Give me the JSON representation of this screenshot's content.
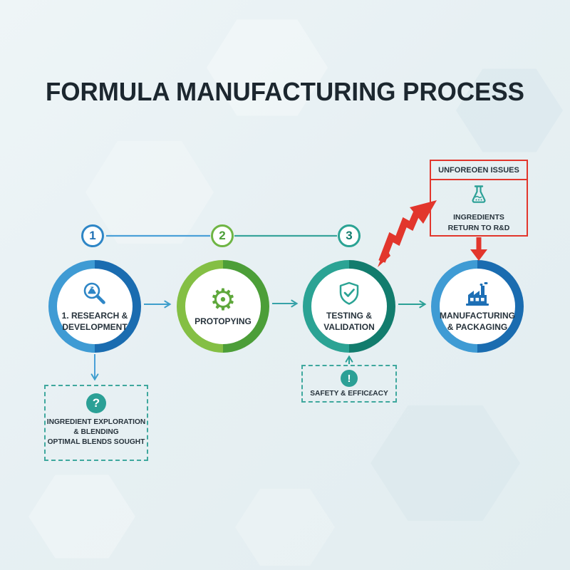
{
  "title": "FORMULA MANUFACTURING PROCESS",
  "timeline": {
    "numbers": [
      "1",
      "2",
      "3"
    ]
  },
  "steps": [
    {
      "name": "research-development",
      "icon": "magnifier-flask-icon",
      "line1": "1. RESEARCH &",
      "line2": "DEVELOPMENT"
    },
    {
      "name": "prototyping",
      "icon": "gear-icon",
      "line1": "PROTOPYING",
      "line2": ""
    },
    {
      "name": "testing-validation",
      "icon": "shield-check-icon",
      "line1": "TESTING &",
      "line2": "VALIDATION"
    },
    {
      "name": "manufacturing-packaging",
      "icon": "factory-icon",
      "line1": "MANUFACTURING",
      "line2": "& PACKAGING"
    }
  ],
  "icons": {
    "gear_glyph": "⚙",
    "question_glyph": "?",
    "exclamation_glyph": "!"
  },
  "callouts": {
    "exploration": {
      "line1": "INGREDIENT EXPLORATION",
      "line2": "& BLENDING",
      "line3": "OPTIMAL BLENDS SOUGHT"
    },
    "safety": {
      "label": "SAFETY & EFFIC£ACY"
    },
    "issues": {
      "header": "UNFOREOEN ISSUES",
      "line1": "INGREDIENTS",
      "line2": "RETURN TO R&D"
    }
  },
  "colors": {
    "background": "#e9f1f3",
    "title_text": "#1c272f",
    "body_text": "#27333c",
    "blue_light": "#3f9bd4",
    "blue_dark": "#1a6cb0",
    "green_light": "#84bf44",
    "green_dark": "#4c9e38",
    "teal_light": "#2ba394",
    "teal_dark": "#127c6d",
    "teal_accent": "#2ba096",
    "red_accent": "#e2362c"
  }
}
